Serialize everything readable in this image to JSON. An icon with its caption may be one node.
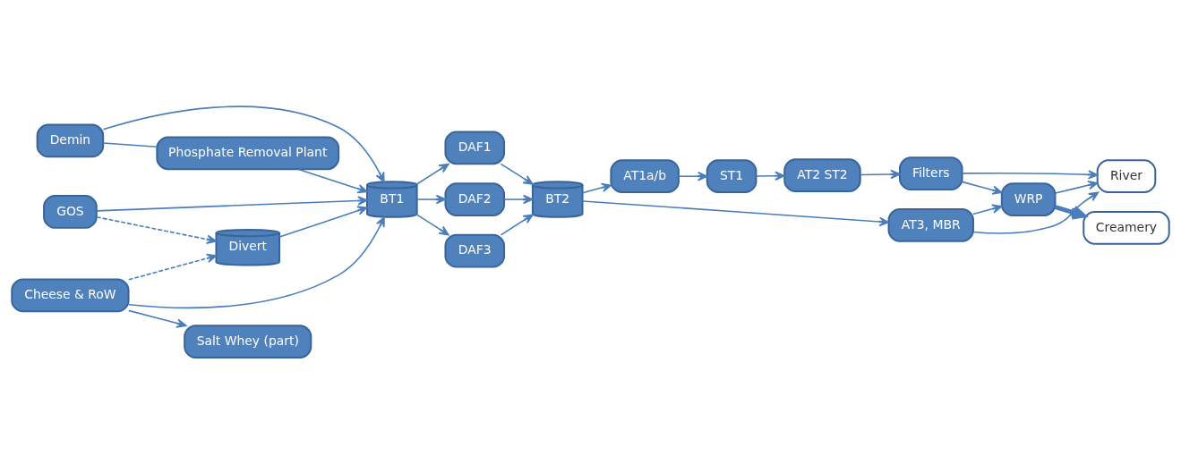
{
  "diagram": {
    "nodes": [
      {
        "text": [
          "GOS"
        ]
      },
      {
        "text": [
          "Demin"
        ]
      },
      {
        "text": [
          "Phosphate Removal Plant"
        ]
      },
      {
        "text": [
          "Cheese & RoW"
        ]
      },
      {
        "text": [
          "Salt Whey (part)"
        ]
      },
      {
        "text": [
          "BT1"
        ]
      },
      {
        "text": [
          "Divert"
        ]
      },
      {
        "text": [
          "DAF1"
        ]
      },
      {
        "text": [
          "DAF2"
        ]
      },
      {
        "text": [
          "DAF3"
        ]
      },
      {
        "text": [
          "BT2"
        ]
      },
      {
        "text": [
          "AT1a/b"
        ]
      },
      {
        "text": [
          "ST1"
        ]
      },
      {
        "text": [
          "AT2 ST2"
        ]
      },
      {
        "text": [
          "AT3, MBR"
        ]
      },
      {
        "text": [
          "Filters"
        ]
      },
      {
        "text": [
          "Creamery"
        ]
      },
      {
        "text": [
          "WRP"
        ]
      },
      {
        "text": [
          "River"
        ]
      }
    ],
    "edges": [
      {
        "from": 0,
        "to": 5,
        "arrow": "to"
      },
      {
        "from": 1,
        "to": 5,
        "arrow": "to"
      },
      {
        "from": 1,
        "to": 2,
        "arrow": "none"
      },
      {
        "from": 2,
        "to": 5,
        "arrow": "to"
      },
      {
        "from": 0,
        "to": 6,
        "arrow": "to",
        "style": "dashed"
      },
      {
        "from": 3,
        "to": 5,
        "arrow": "to"
      },
      {
        "from": 3,
        "to": 6,
        "arrow": "to",
        "style": "dashed"
      },
      {
        "from": 3,
        "to": 4,
        "arrow": "to"
      },
      {
        "from": 6,
        "to": 5,
        "arrow": "to"
      },
      {
        "from": 5,
        "to": 7,
        "arrow": "to"
      },
      {
        "from": 5,
        "to": 8,
        "arrow": "to"
      },
      {
        "from": 5,
        "to": 9,
        "arrow": "to"
      },
      {
        "from": 7,
        "to": 10,
        "arrow": "to"
      },
      {
        "from": 8,
        "to": 10,
        "arrow": "to"
      },
      {
        "from": 9,
        "to": 10,
        "arrow": "to"
      },
      {
        "from": 10,
        "to": 11,
        "arrow": "to"
      },
      {
        "from": 10,
        "to": 14,
        "arrow": "to"
      },
      {
        "from": 11,
        "to": 12,
        "arrow": "to"
      },
      {
        "from": 12,
        "to": 13,
        "arrow": "to"
      },
      {
        "from": 13,
        "to": 15,
        "arrow": "to"
      },
      {
        "from": 14,
        "to": 17,
        "arrow": "to"
      },
      {
        "from": 14,
        "to": 18,
        "arrow": "to"
      },
      {
        "from": 15,
        "to": 17,
        "arrow": "to"
      },
      {
        "from": 15,
        "to": 18,
        "arrow": "to"
      },
      {
        "from": 17,
        "to": 16,
        "arrow": "to",
        "style": "thick"
      },
      {
        "from": 17,
        "to": 18,
        "arrow": "to"
      }
    ]
  }
}
